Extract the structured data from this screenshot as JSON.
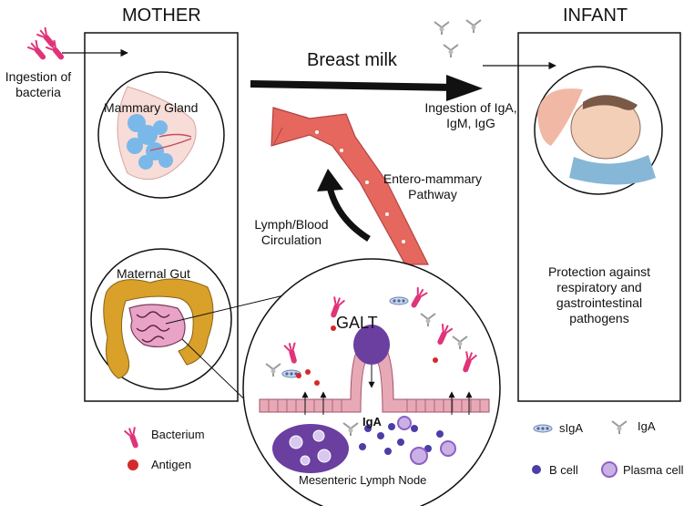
{
  "headings": {
    "mother": "MOTHER",
    "infant": "INFANT"
  },
  "labels": {
    "ingestion_bacteria": "Ingestion of bacteria",
    "breast_milk": "Breast milk",
    "mammary_gland": "Mammary Gland",
    "ingestion_ig": "Ingestion of IgA, IgM, IgG",
    "entero_mammary": "Entero-mammary Pathway",
    "lymph_blood": "Lymph/Blood Circulation",
    "maternal_gut": "Maternal Gut",
    "protection": "Protection against respiratory and gastrointestinal pathogens",
    "galt": "GALT",
    "iga_inner": "IgA",
    "mesenteric": "Mesenteric Lymph Node"
  },
  "legend": {
    "bacterium": "Bacterium",
    "antigen": "Antigen",
    "siga": "sIgA",
    "iga": "IgA",
    "b_cell": "B cell",
    "plasma_cell": "Plasma cell"
  },
  "colors": {
    "bacterium": "#e0337a",
    "antigen": "#d42a2a",
    "vessel": "#e5675e",
    "b_cell": "#4b3ea8",
    "plasma_cell": "#8f5fc2",
    "lymph_node": "#6a3fa0",
    "epithelium": "#e7a9b6",
    "gut_outer": "#d9a02a",
    "gut_inner": "#e9a3c6",
    "gland_blue": "#7ab8ea"
  }
}
